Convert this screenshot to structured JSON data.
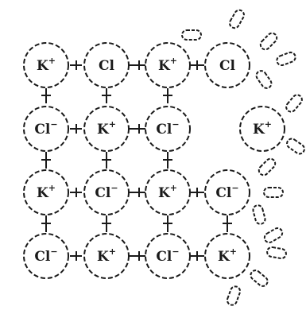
{
  "ions": {
    "r1c1": {
      "symbol": "K",
      "charge": "+"
    },
    "r1c2": {
      "symbol": "Cl",
      "charge": ""
    },
    "r1c3": {
      "symbol": "K",
      "charge": "+"
    },
    "r1c4": {
      "symbol": "Cl",
      "charge": ""
    },
    "r2c1": {
      "symbol": "Cl",
      "charge": "−"
    },
    "r2c2": {
      "symbol": "K",
      "charge": "+"
    },
    "r2c3": {
      "symbol": "Cl",
      "charge": "−"
    },
    "free": {
      "symbol": "K",
      "charge": "+"
    },
    "r3c1": {
      "symbol": "K",
      "charge": "+"
    },
    "r3c2": {
      "symbol": "Cl",
      "charge": "−"
    },
    "r3c3": {
      "symbol": "K",
      "charge": "+"
    },
    "r3c4": {
      "symbol": "Cl",
      "charge": "−"
    },
    "r4c1": {
      "symbol": "Cl",
      "charge": "−"
    },
    "r4c2": {
      "symbol": "K",
      "charge": "+"
    },
    "r4c3": {
      "symbol": "Cl",
      "charge": "−"
    },
    "r4c4": {
      "symbol": "K",
      "charge": "+"
    }
  },
  "colors": {
    "ink": "#1a1a1a",
    "background": "#ffffff"
  }
}
